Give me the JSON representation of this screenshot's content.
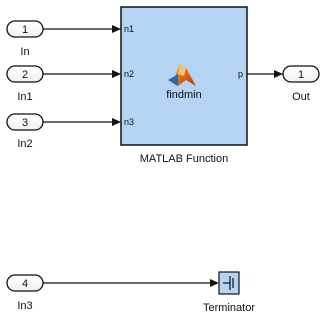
{
  "diagram": {
    "inports": [
      {
        "number": "1",
        "label": "In"
      },
      {
        "number": "2",
        "label": "In1"
      },
      {
        "number": "3",
        "label": "In2"
      },
      {
        "number": "4",
        "label": "In3"
      }
    ],
    "function_block": {
      "function_name": "findmin",
      "block_label": "MATLAB Function",
      "input_ports": [
        "n1",
        "n2",
        "n3"
      ],
      "output_port": "p",
      "icon": "matlab-logo-icon",
      "fill_color": "#b5d3f3"
    },
    "outport": {
      "number": "1",
      "label": "Out"
    },
    "terminator": {
      "label": "Terminator",
      "icon": "terminator-icon"
    }
  }
}
